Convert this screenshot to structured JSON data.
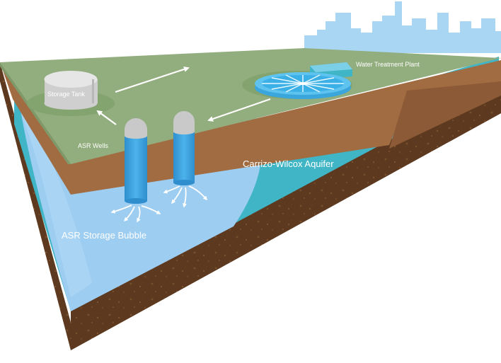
{
  "labels": {
    "storage_tank": "Storage Tank",
    "water_treatment_plant": "Water Treatment Plant",
    "asr_wells": "ASR Wells",
    "aquifer": "Carrizo-Wilcox Aquifer",
    "storage_bubble": "ASR Storage Bubble"
  },
  "colors": {
    "ground_surface": "#92ad7e",
    "soil": "#a26c42",
    "dark_soil": "#5d3a1f",
    "aquifer": "#3fb5c6",
    "bubble": "#9dcdf1",
    "well_casing": "#39a4e0",
    "well_cap": "#c9c9c9",
    "skyline": "#a9d6f2",
    "arrow": "#ffffff"
  },
  "icons": {
    "flow_arrow": "white-arrow-icon",
    "well": "asr-well-icon",
    "tank": "storage-tank-icon",
    "plant": "treatment-plant-icon",
    "city": "city-skyline-icon"
  }
}
